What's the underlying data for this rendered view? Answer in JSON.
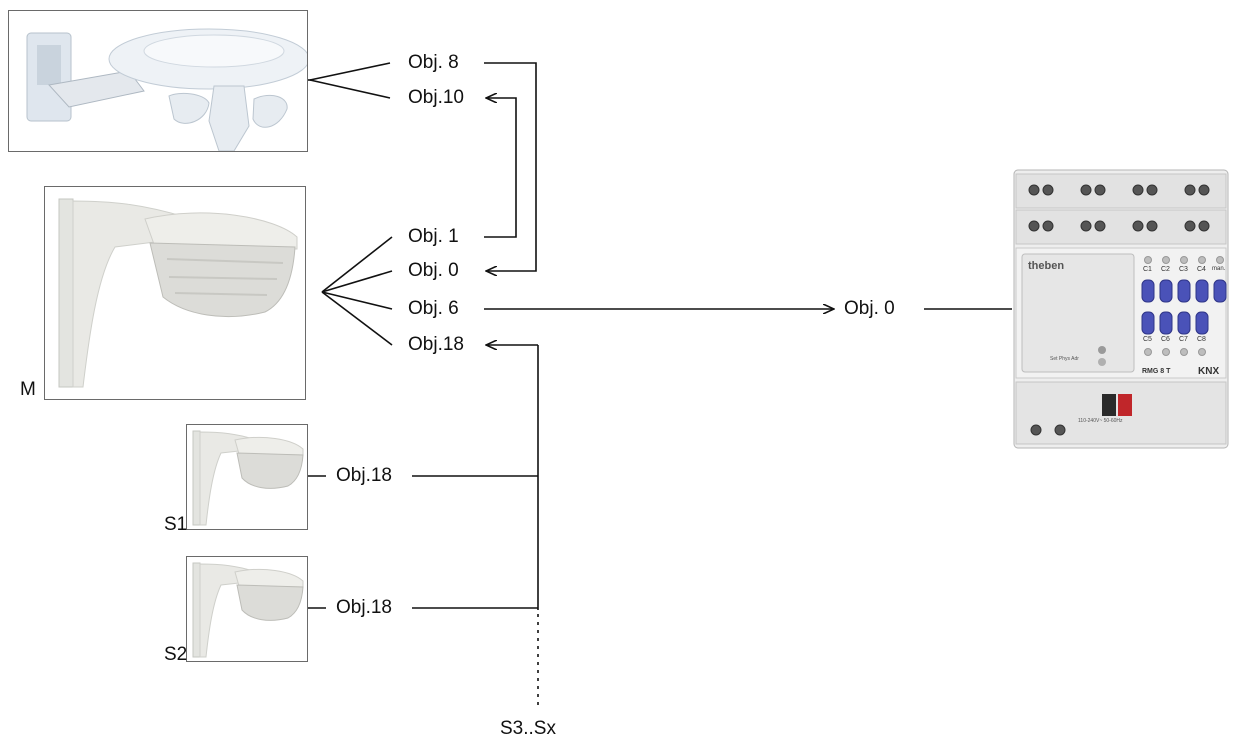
{
  "devices": {
    "weather_station": {
      "icon": "weather-sensor-icon"
    },
    "master": {
      "label": "M",
      "icon": "presence-detector-icon"
    },
    "slave1": {
      "label": "S1",
      "icon": "presence-detector-icon"
    },
    "slave2": {
      "label": "S2",
      "icon": "presence-detector-icon"
    },
    "more_slaves": {
      "label": "S3..Sx"
    },
    "actuator": {
      "brand": "theben",
      "model": "RMG 8 T",
      "knx": "KNX",
      "channels_top": [
        "C1",
        "C2",
        "C3",
        "C4",
        "man."
      ],
      "channels_bottom": [
        "C5",
        "C6",
        "C7",
        "C8"
      ],
      "phys_addr": "Set Phys Adr",
      "power": "110-240V~ 50-60Hz"
    }
  },
  "objects": {
    "ws_obj8": "Obj. 8",
    "ws_obj10": "Obj.10",
    "m_obj1": "Obj. 1",
    "m_obj0": "Obj. 0",
    "m_obj6": "Obj. 6",
    "m_obj18": "Obj.18",
    "s1_obj18": "Obj.18",
    "s2_obj18": "Obj.18",
    "act_obj0": "Obj. 0"
  }
}
